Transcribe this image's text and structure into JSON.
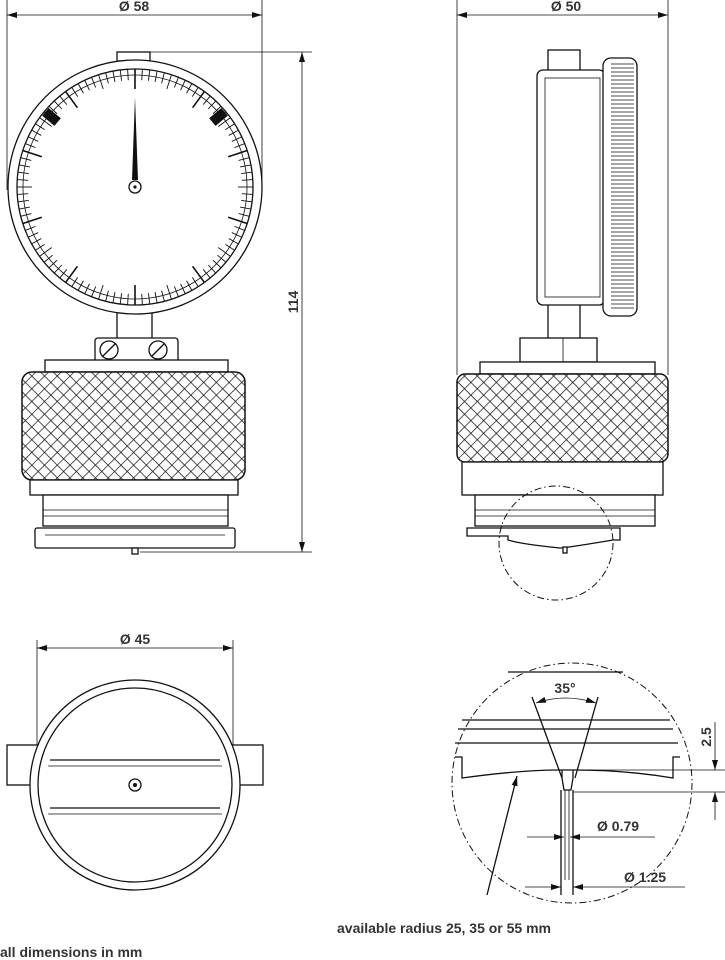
{
  "title": "Durometer dimensional drawing",
  "front_view": {
    "diameter_label": "Ø 58",
    "height_label": "114"
  },
  "side_view": {
    "diameter_label": "Ø 50"
  },
  "bottom_view": {
    "diameter_label": "Ø 45"
  },
  "detail_view": {
    "angle_label": "35°",
    "depth_label": "2.5",
    "tip_diameter_label": "Ø 0.79",
    "pin_diameter_label": "Ø 1.25",
    "radius_note": "available radius 25, 35 or 55 mm"
  },
  "footer_note": "all dimensions in mm"
}
